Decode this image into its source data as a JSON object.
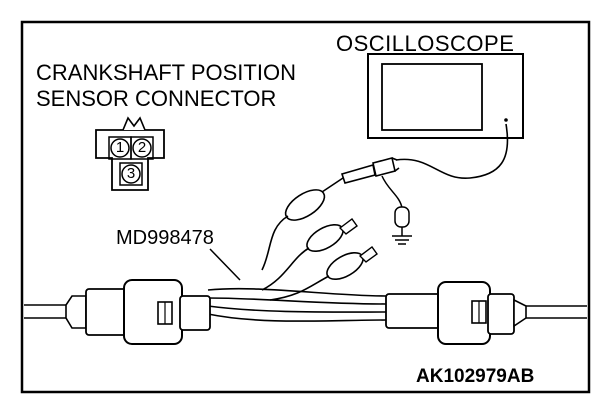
{
  "labels": {
    "oscilloscope": "OSCILLOSCOPE",
    "sensor_connector_line1": "CRANKSHAFT POSITION",
    "sensor_connector_line2": "SENSOR CONNECTOR",
    "harness_part_number": "MD998478",
    "figure_code": "AK102979AB"
  },
  "connector_pins": [
    "1",
    "2",
    "3"
  ],
  "colors": {
    "line": "#000000",
    "background": "#ffffff"
  }
}
